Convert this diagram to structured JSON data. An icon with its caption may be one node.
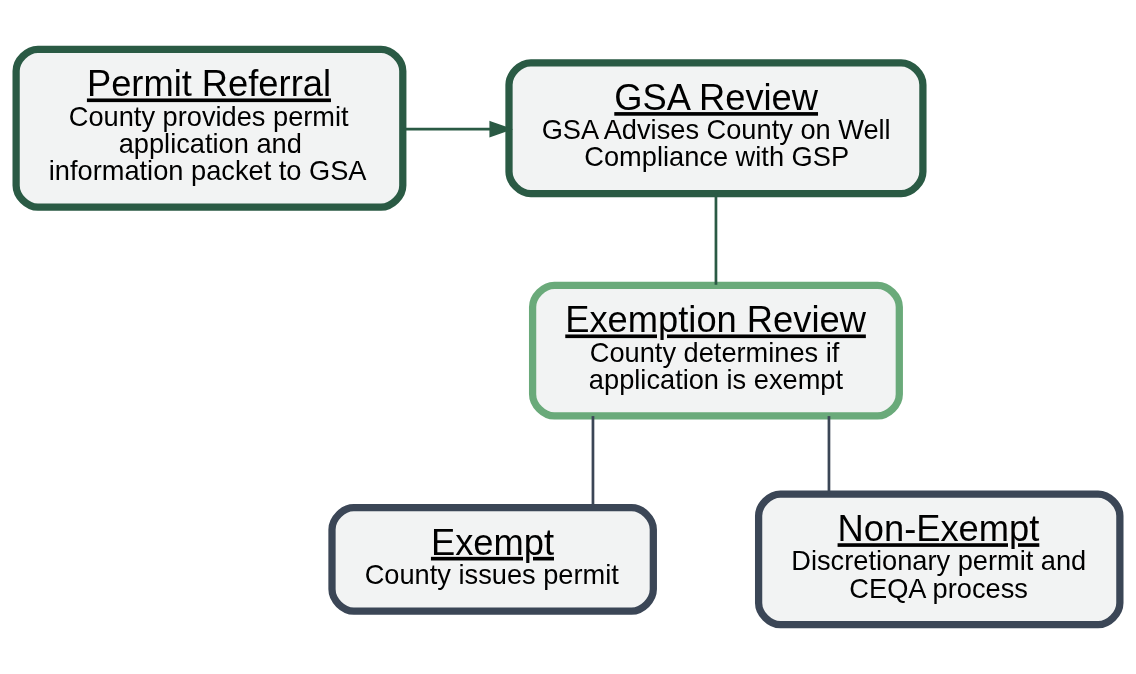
{
  "diagram": {
    "nodes": [
      {
        "text": [
          "Permit Referral",
          "County provides permit application and information packet to GSA"
        ]
      },
      {
        "text": [
          "GSA Review",
          "GSA Advises County on Well Compliance with GSP"
        ]
      },
      {
        "text": [
          "Exemption Review",
          "County determines if application is exempt"
        ]
      },
      {
        "text": [
          "Exempt",
          "County issues permit"
        ]
      },
      {
        "text": [
          "Non-Exempt",
          "Discretionary permit and CEQA process"
        ]
      }
    ],
    "edges": [
      {
        "from": 0,
        "to": 1,
        "arrow": "to"
      },
      {
        "from": 1,
        "to": 2,
        "arrow": "none"
      },
      {
        "from": 2,
        "to": 3,
        "arrow": "none",
        "color": "#3b4656"
      },
      {
        "from": 2,
        "to": 4,
        "arrow": "none",
        "color": "#3b4656"
      }
    ]
  }
}
